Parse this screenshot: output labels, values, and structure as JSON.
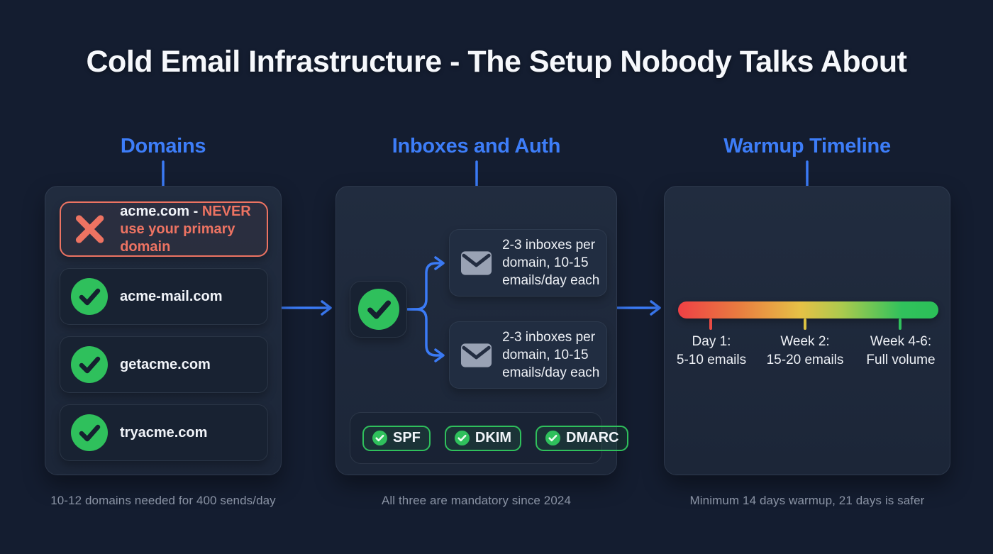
{
  "title": "Cold Email Infrastructure - The Setup Nobody Talks About",
  "colors": {
    "background": "#141d30",
    "card": "#1e2a3c",
    "accent_blue": "#3d7df8",
    "danger_salmon": "#ed7362",
    "success_green": "#2fc05c",
    "caption_gray": "#8a93a4",
    "timeline_gradient": [
      "#ef4045",
      "#e6c146",
      "#2bc058"
    ]
  },
  "columns": [
    {
      "heading": "Domains",
      "caption": "10-12 domains needed for 400 sends/day",
      "items": [
        {
          "icon": "x-icon",
          "text": "acme.com - ",
          "warning": "NEVER use your primary domain"
        },
        {
          "icon": "check-icon",
          "text": "acme-mail.com"
        },
        {
          "icon": "check-icon",
          "text": "getacme.com"
        },
        {
          "icon": "check-icon",
          "text": "tryacme.com"
        }
      ]
    },
    {
      "heading": "Inboxes and Auth",
      "caption": "All three are mandatory since 2024",
      "status_icon": "check-icon",
      "inboxes": [
        {
          "icon": "mail-icon",
          "text": "2-3 inboxes per domain, 10-15 emails/day each"
        },
        {
          "icon": "mail-icon",
          "text": "2-3 inboxes per domain, 10-15 emails/day each"
        }
      ],
      "badges": [
        {
          "icon": "check-icon",
          "label": "SPF"
        },
        {
          "icon": "check-icon",
          "label": "DKIM"
        },
        {
          "icon": "check-icon",
          "label": "DMARC"
        }
      ]
    },
    {
      "heading": "Warmup Timeline",
      "caption": "Minimum 14 days warmup, 21 days is safer",
      "milestones": [
        {
          "period": "Day 1:",
          "volume": "5-10 emails"
        },
        {
          "period": "Week 2:",
          "volume": "15-20 emails"
        },
        {
          "period": "Week 4-6:",
          "volume": "Full volume"
        }
      ]
    }
  ]
}
